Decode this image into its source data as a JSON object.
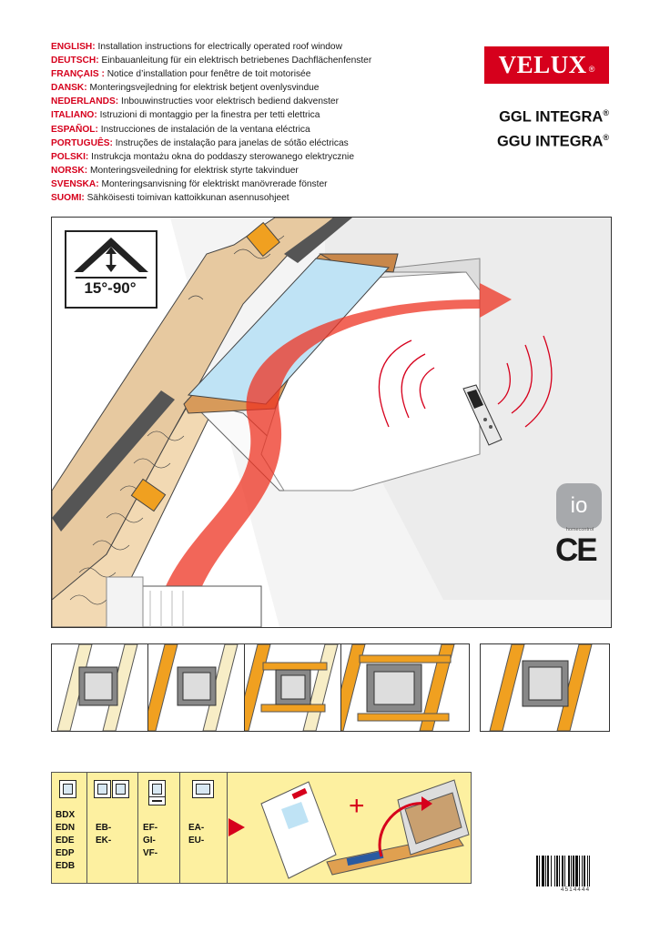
{
  "languages": [
    {
      "code": "ENGLISH:",
      "text": "Installation instructions for electrically operated roof window"
    },
    {
      "code": "DEUTSCH:",
      "text": "Einbauanleitung für ein elektrisch betriebenes Dachflächenfenster"
    },
    {
      "code": "FRANÇAIS :",
      "text": "Notice d’installation pour fenêtre de toit motorisée"
    },
    {
      "code": "DANSK:",
      "text": "Monteringsvejledning for elektrisk betjent ovenlysvindue"
    },
    {
      "code": "NEDERLANDS:",
      "text": "Inbouwinstructies voor elektrisch bediend dakvenster"
    },
    {
      "code": "ITALIANO:",
      "text": "Istruzioni di montaggio per la finestra per tetti elettrica"
    },
    {
      "code": "ESPAÑOL:",
      "text": "Instrucciones de instalación de la ventana eléctrica"
    },
    {
      "code": "PORTUGUÊS:",
      "text": "Instruções de instalação para janelas de sótão eléctricas"
    },
    {
      "code": "POLSKI:",
      "text": "Instrukcja montażu okna do poddaszy sterowanego elektrycznie"
    },
    {
      "code": "NORSK:",
      "text": "Monteringsveiledning for elektrisk styrte takvinduer"
    },
    {
      "code": "SVENSKA:",
      "text": "Monteringsanvisning för elektriskt manövrerade fönster"
    },
    {
      "code": "SUOMI:",
      "text": "Sähköisesti toimivan kattoikkunan asennusohjeet"
    }
  ],
  "brand": {
    "logo": "VELUX",
    "reg": "®",
    "color": "#d6001c"
  },
  "products": [
    {
      "name": "GGL INTEGRA",
      "reg": "®"
    },
    {
      "name": "GGU INTEGRA",
      "reg": "®"
    }
  ],
  "pitch": {
    "label": "15°-90°"
  },
  "certifications": {
    "io_logo": "io",
    "io_sub": "homecontrol",
    "ce": "CE"
  },
  "flashing_codes": {
    "col1": [
      "BDX",
      "EDN",
      "EDE",
      "EDP",
      "EDB"
    ],
    "col2": [
      "EB-",
      "EK-"
    ],
    "col3": [
      "EF-",
      "GI-",
      "VF-"
    ],
    "col4": [
      "EA-",
      "EU-"
    ]
  },
  "combine_symbol": "+",
  "barcode_number": "4514444",
  "colors": {
    "accent": "#d6001c",
    "panel": "#fdf0a0",
    "glass": "#bfe3f5",
    "timber": "#f0a020",
    "heat": "#ee3322"
  },
  "icons": [
    "pitch-arrow-icon",
    "remote-control-icon",
    "arrow-right-icon",
    "window-icon",
    "io-homecontrol-logo",
    "ce-mark-icon",
    "barcode-icon"
  ]
}
